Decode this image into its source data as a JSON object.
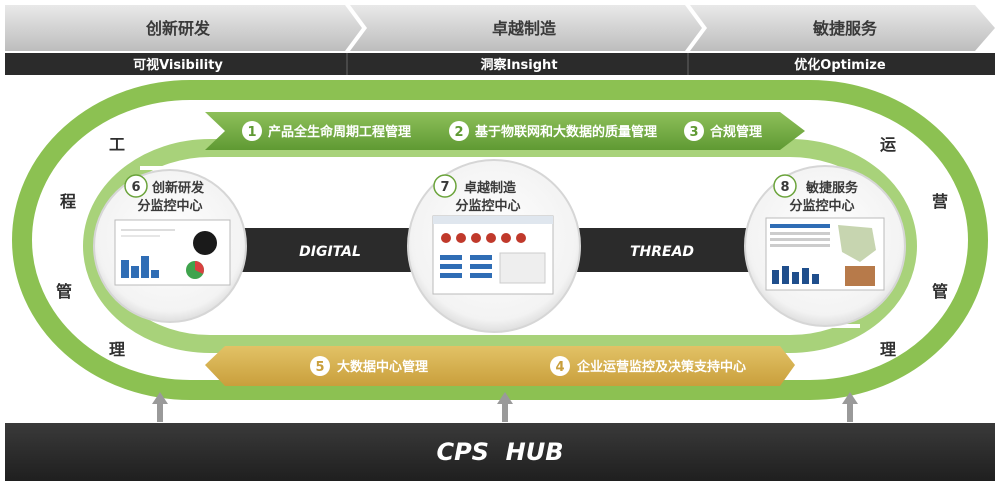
{
  "phases": [
    {
      "title": "创新研发",
      "subtitle": "可视Visibility"
    },
    {
      "title": "卓越制造",
      "subtitle": "洞察Insight"
    },
    {
      "title": "敏捷服务",
      "subtitle": "优化Optimize"
    }
  ],
  "top_flow": [
    {
      "num": "1",
      "label": "产品全生命周期工程管理"
    },
    {
      "num": "2",
      "label": "基于物联网和大数据的质量管理"
    },
    {
      "num": "3",
      "label": "合规管理"
    }
  ],
  "bottom_flow": [
    {
      "num": "5",
      "label": "大数据中心管理"
    },
    {
      "num": "4",
      "label": "企业运营监控及决策支持中心"
    }
  ],
  "centers": [
    {
      "num": "6",
      "line1": "创新研发",
      "line2": "分监控中心"
    },
    {
      "num": "7",
      "line1": "卓越制造",
      "line2": "分监控中心"
    },
    {
      "num": "8",
      "line1": "敏捷服务",
      "line2": "分监控中心"
    }
  ],
  "left_side": [
    "工",
    "程",
    "管",
    "理"
  ],
  "right_side": [
    "运",
    "营",
    "管",
    "理"
  ],
  "digital_label": "DIGITAL",
  "thread_label": "THREAD",
  "hub_label": "CPS  HUB",
  "colors": {
    "green_dark": "#6aa33a",
    "green_light": "#8cc152",
    "ring_green": "#8cc152",
    "inner_green": "#a8d27a",
    "gold": "#d9b452",
    "dark": "#2b2b2b",
    "gray_chevron": "#cfcfcf"
  }
}
